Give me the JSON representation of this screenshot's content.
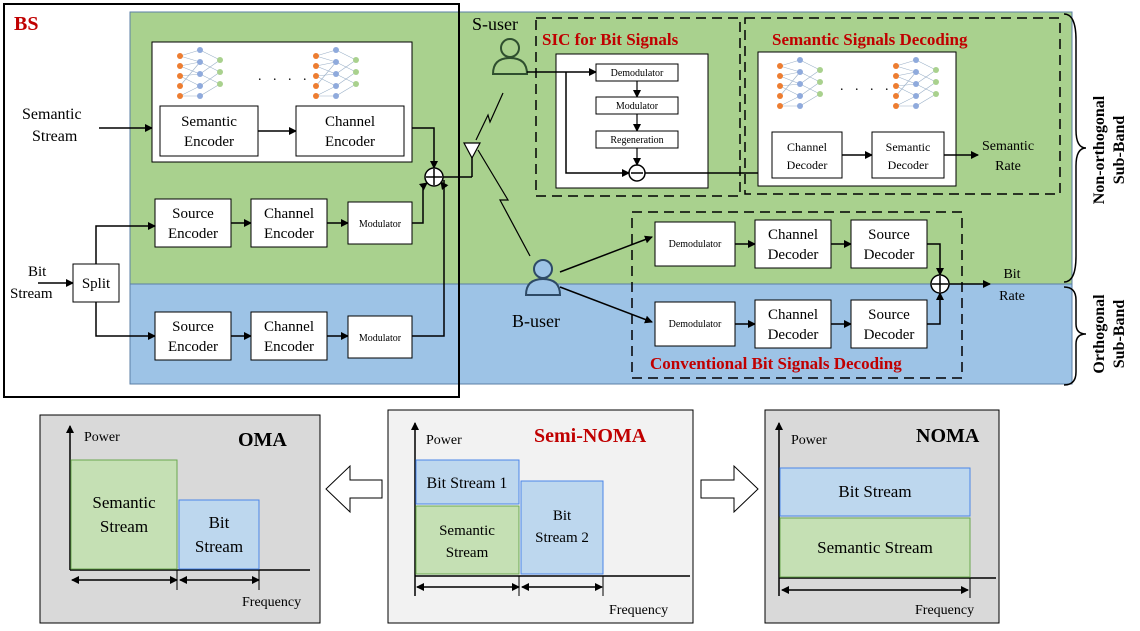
{
  "bs": {
    "title": "BS",
    "semantic_stream_label": [
      "Semantic",
      "Stream"
    ],
    "bit_stream_label": [
      "Bit",
      "Stream"
    ],
    "split": "Split",
    "semantic_encoder": [
      "Semantic",
      "Encoder"
    ],
    "channel_encoder": [
      "Channel",
      "Encoder"
    ],
    "source_encoder": [
      "Source",
      "Encoder"
    ],
    "modulator": "Modulator",
    "nn_dots": ". . . ."
  },
  "users": {
    "s_user": "S-user",
    "b_user": "B-user"
  },
  "sic": {
    "title": "SIC for Bit Signals",
    "demodulator": "Demodulator",
    "modulator": "Modulator",
    "regeneration": "Regeneration"
  },
  "semantic_decoding": {
    "title": "Semantic Signals Decoding",
    "channel_decoder": [
      "Channel",
      "Decoder"
    ],
    "semantic_decoder": [
      "Semantic",
      "Decoder"
    ],
    "rate": [
      "Semantic",
      "Rate"
    ]
  },
  "bit_decoding": {
    "title": "Conventional Bit Signals Decoding",
    "demodulator": "Demodulator",
    "channel_decoder": [
      "Channel",
      "Decoder"
    ],
    "source_decoder": [
      "Source",
      "Decoder"
    ],
    "rate": [
      "Bit",
      "Rate"
    ]
  },
  "bands": {
    "non_orthogonal": [
      "Non-orthogonal",
      "Sub-Band"
    ],
    "orthogonal": [
      "Orthogonal",
      "Sub-Band"
    ]
  },
  "panels": {
    "oma": {
      "title": "OMA",
      "power": "Power",
      "frequency": "Frequency",
      "semantic_stream": [
        "Semantic",
        "Stream"
      ],
      "bit_stream": [
        "Bit",
        "Stream"
      ]
    },
    "semi_noma": {
      "title": "Semi-NOMA",
      "power": "Power",
      "frequency": "Frequency",
      "bit_stream_1": "Bit Stream 1",
      "semantic_stream": [
        "Semantic",
        "Stream"
      ],
      "bit_stream_2": [
        "Bit",
        "Stream 2"
      ]
    },
    "noma": {
      "title": "NOMA",
      "power": "Power",
      "frequency": "Frequency",
      "bit_stream": "Bit Stream",
      "semantic_stream": "Semantic Stream"
    }
  },
  "colors": {
    "green_band": "#a9d18e",
    "blue_band": "#9dc3e6",
    "green_block": "#c5e0b4",
    "blue_block": "#bdd7ee",
    "title_red": "#c00000",
    "panel_bg": "#d9d9d9"
  }
}
